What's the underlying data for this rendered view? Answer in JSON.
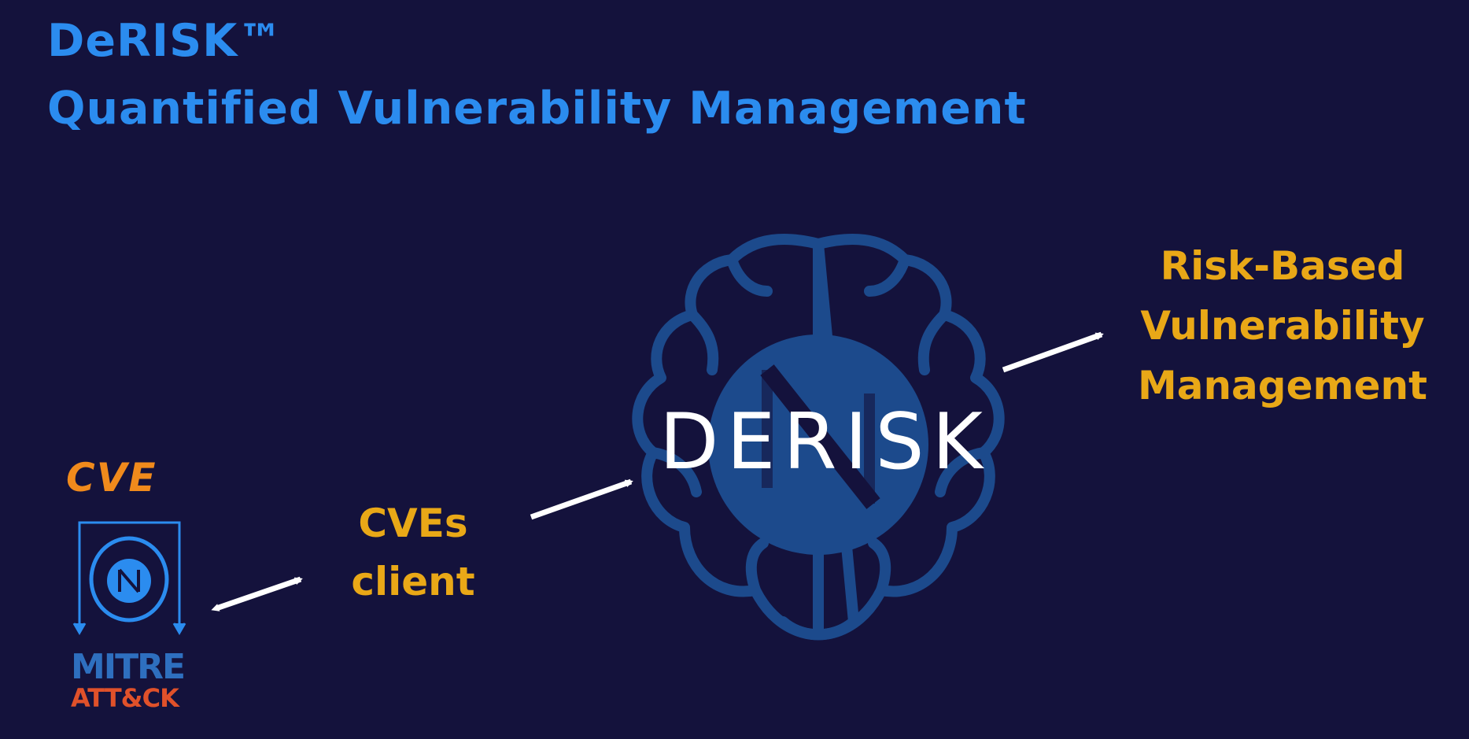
{
  "title": {
    "line1": "DeRISK™",
    "line2": "Quantified Vulnerability Management"
  },
  "center_logo": {
    "text": "DERISK",
    "icon": "brain-icon"
  },
  "output_label": [
    "Risk-Based",
    "Vulnerability",
    "Management"
  ],
  "input_label": [
    "CVEs",
    "client"
  ],
  "sources": {
    "cve_logo": "CVE",
    "mitre_line1": "MITRE",
    "mitre_line2": "ATT&CK"
  },
  "colors": {
    "background": "#14123c",
    "title": "#2b8cef",
    "labels": "#e9a817",
    "brain": "#1c4a8c",
    "arrows": "#ffffff"
  }
}
